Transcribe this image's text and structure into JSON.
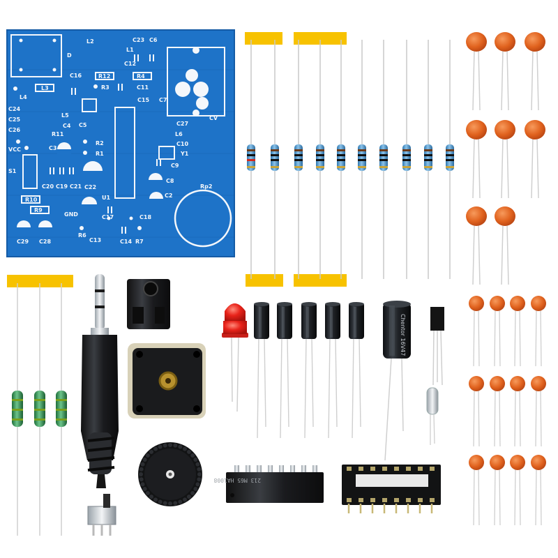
{
  "pcb": {
    "labels": [
      "L2",
      "C23",
      "C6",
      "L1",
      "C12",
      "D",
      "C16",
      "R12",
      "R4",
      "R3",
      "C11",
      "C15",
      "C7",
      "L4",
      "L3",
      "C24",
      "C25",
      "C26",
      "L5",
      "C4",
      "C5",
      "R11",
      "C3",
      "R2",
      "R1",
      "VCC",
      "S1",
      "C20",
      "C19",
      "C21",
      "C22",
      "C27",
      "L6",
      "C10",
      "Y1",
      "C9",
      "CV",
      "C8",
      "C2",
      "Rp2",
      "R10",
      "R9",
      "U1",
      "C17",
      "C18",
      "GND",
      "C29",
      "C28",
      "R6",
      "C13",
      "C14",
      "R7"
    ]
  },
  "ic": {
    "marking": "213 M65 HA1008"
  },
  "capacitor": {
    "marking": "Chentor 16V47"
  },
  "colors": {
    "pcb": "#1e73c8",
    "pcb_dark": "#155ba6",
    "tape": "#f7c200",
    "ceramic_cap": "#e0621e",
    "resistor_body": "#5a9fd0",
    "inductor": "#3a9a5a",
    "electrolytic": "#1f2226",
    "led": "#e8231a"
  }
}
